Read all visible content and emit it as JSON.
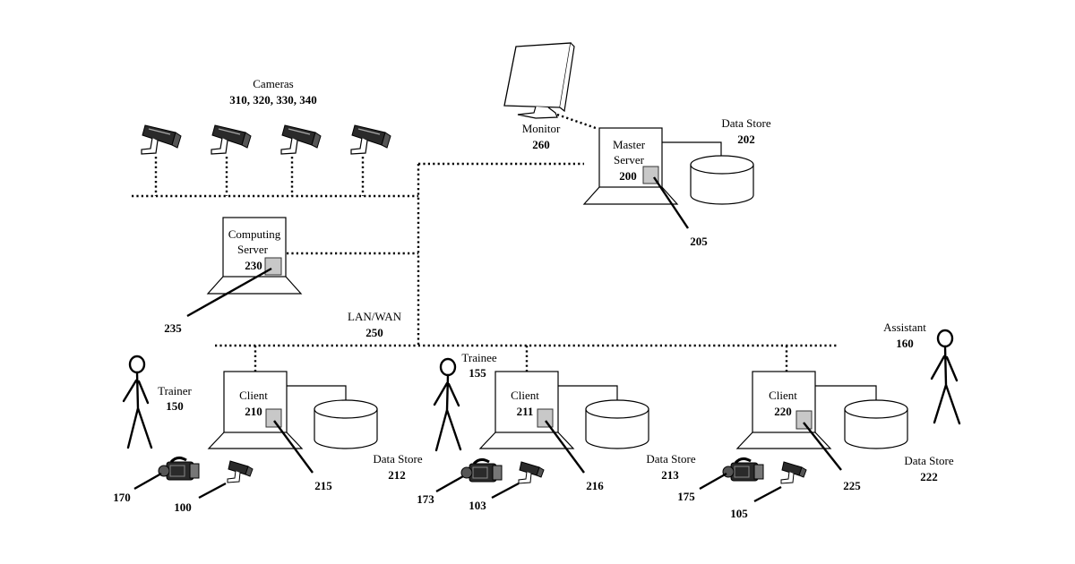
{
  "cameras": {
    "title": "Cameras",
    "number": "310, 320, 330, 340"
  },
  "monitor": {
    "label": "Monitor",
    "number": "260"
  },
  "master_server": {
    "line1": "Master",
    "line2": "Server",
    "number": "200",
    "pointer": "205"
  },
  "master_store": {
    "label": "Data Store",
    "number": "202"
  },
  "computing_server": {
    "line1": "Computing",
    "line2": "Server",
    "number": "230",
    "pointer": "235"
  },
  "network": {
    "label": "LAN/WAN",
    "number": "250"
  },
  "trainer": {
    "label": "Trainer",
    "number": "150"
  },
  "trainee": {
    "label": "Trainee",
    "number": "155"
  },
  "assistant": {
    "label": "Assistant",
    "number": "160"
  },
  "client1": {
    "label": "Client",
    "number": "210",
    "pointer": "215",
    "store_label": "Data Store",
    "store_number": "212",
    "cam1": "170",
    "cam2": "100"
  },
  "client2": {
    "label": "Client",
    "number": "211",
    "pointer": "216",
    "store_label": "Data Store",
    "store_number": "213",
    "cam1": "173",
    "cam2": "103"
  },
  "client3": {
    "label": "Client",
    "number": "220",
    "pointer": "225",
    "store_label": "Data Store",
    "store_number": "222",
    "cam1": "175",
    "cam2": "105"
  }
}
